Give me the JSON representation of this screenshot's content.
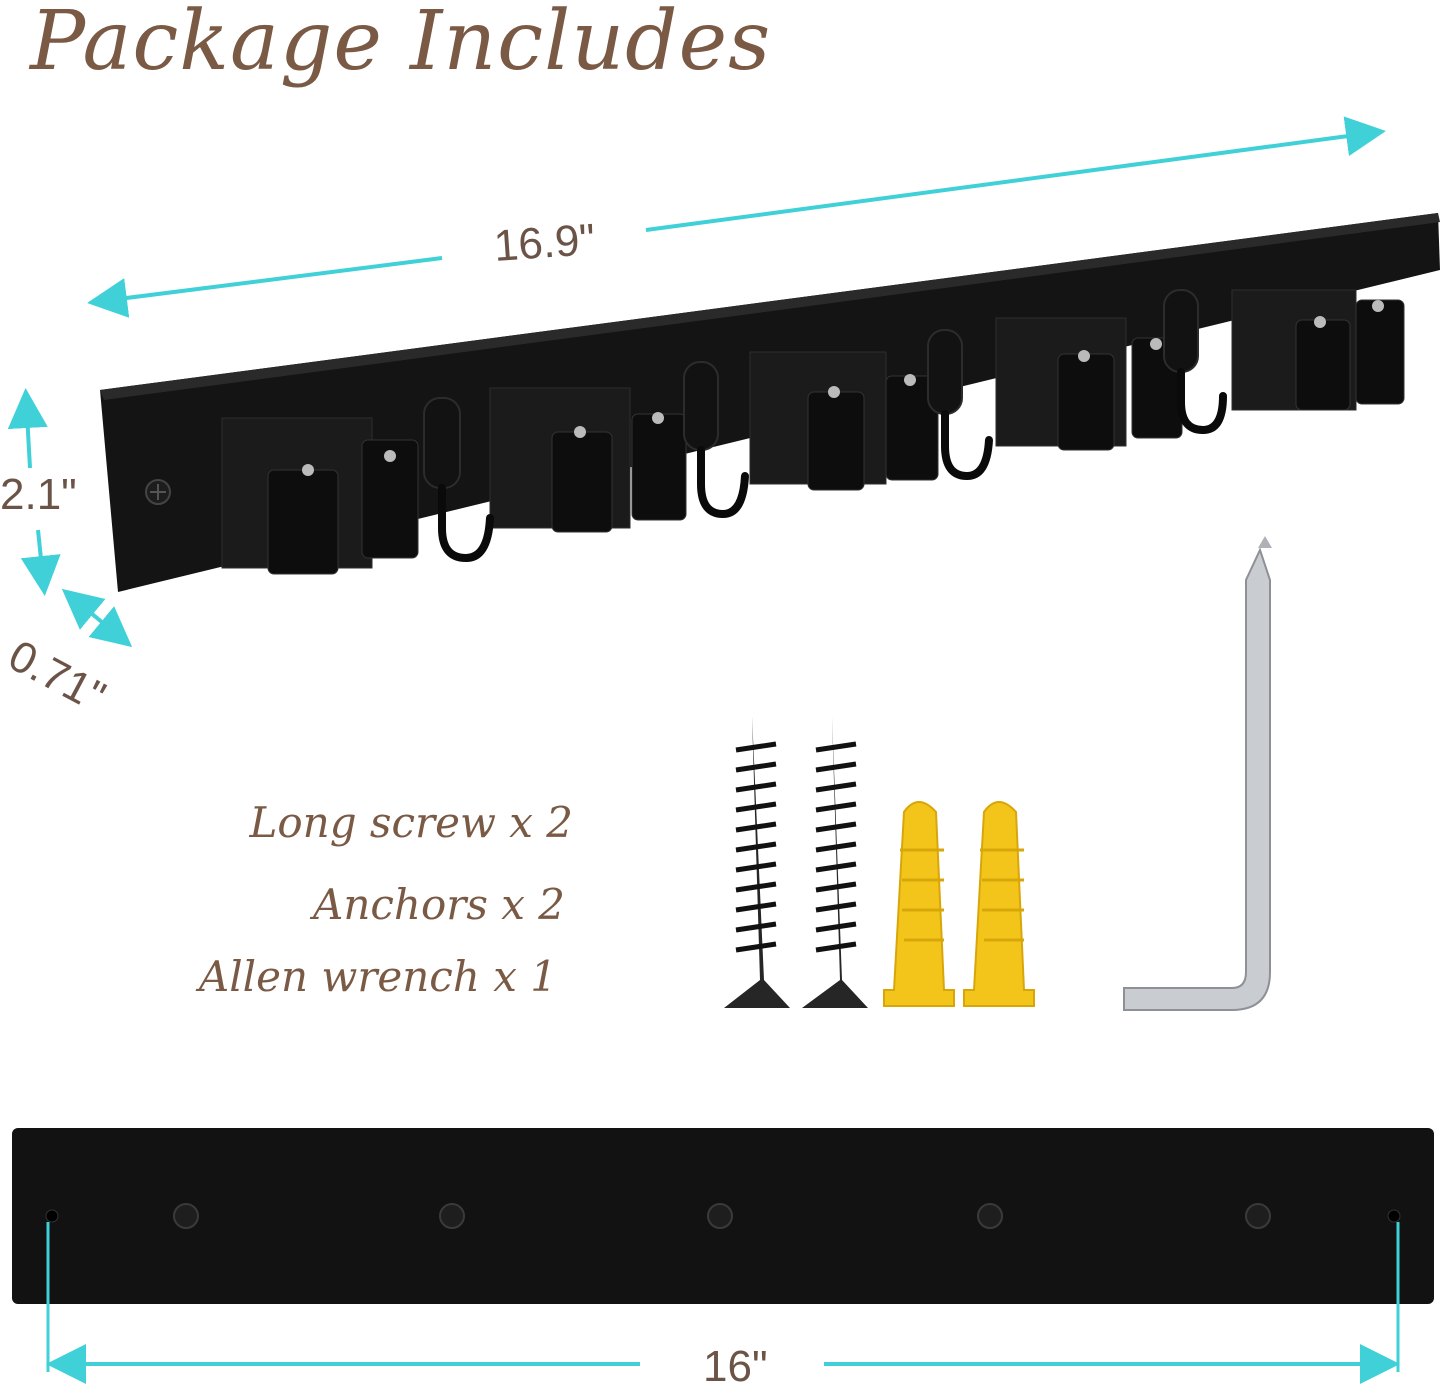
{
  "title": "Package Includes",
  "dimensions": {
    "width": "16.9\"",
    "height": "2.1\"",
    "depth": "0.71\"",
    "back_width": "16\""
  },
  "items": [
    "Long screw x 2",
    "Anchors x 2",
    "Allen wrench x 1"
  ],
  "colors": {
    "title": "#7a5a45",
    "dimension_text": "#6b5447",
    "arrow": "#3fd0d8",
    "rack": "#121212",
    "anchor": "#f3c51a",
    "wrench": "#c9ccd0"
  }
}
